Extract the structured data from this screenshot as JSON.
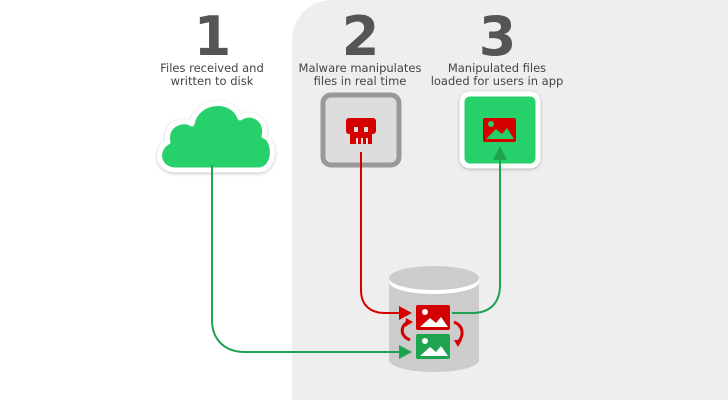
{
  "steps": [
    {
      "number": "1",
      "caption_line1": "Files received and",
      "caption_line2": "written to disk",
      "icon": "cloud-icon"
    },
    {
      "number": "2",
      "caption_line1": "Malware manipulates",
      "caption_line2": "files in real time",
      "icon": "skull-icon"
    },
    {
      "number": "3",
      "caption_line1": "Manipulated files",
      "caption_line2": "loaded for users in app",
      "icon": "image-icon"
    }
  ],
  "storage": {
    "icon": "database-icon",
    "files": [
      "manipulated-image-file",
      "original-image-file"
    ]
  },
  "colors": {
    "green": "#28d06a",
    "dark_green": "#1ea34e",
    "red": "#d40000",
    "panel_gray": "#eeeeee",
    "text_gray": "#555555"
  }
}
